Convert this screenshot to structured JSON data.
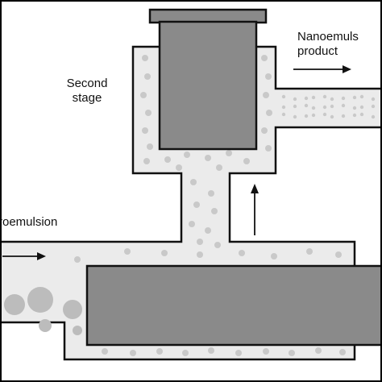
{
  "labels": {
    "second_stage_line1": "Second",
    "second_stage_line2": "stage",
    "product_line1": "Nanoemuls",
    "product_line2": "product",
    "inlet": "roemulsion"
  },
  "colors": {
    "background": "#ffffff",
    "channel_fill": "#ebebeb",
    "outline": "#111111",
    "piston": "#8a8a8a",
    "droplet": "#c9c9c9",
    "large_droplet": "#bcbcbc",
    "arrow": "#111111",
    "frame": "#000000"
  },
  "icons": [
    "flow-arrow-right",
    "flow-arrow-up"
  ]
}
